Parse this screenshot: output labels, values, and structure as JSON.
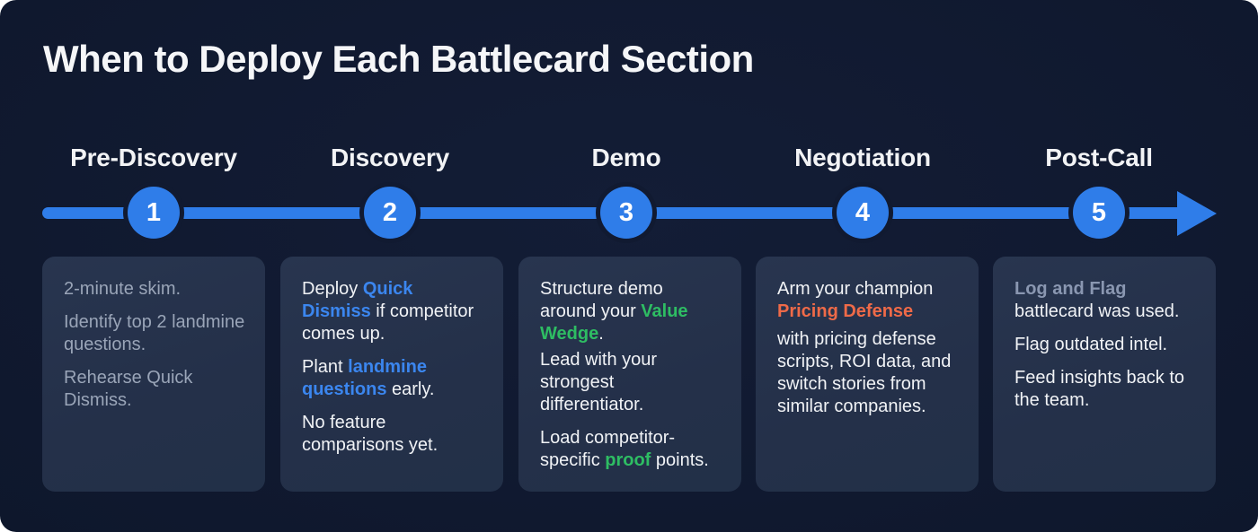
{
  "title": "When to Deploy Each Battlecard Section",
  "colors": {
    "background": "#111a31",
    "accent_blue": "#2f7de9",
    "highlight_blue": "#3b86ef",
    "highlight_green": "#2ebd63",
    "highlight_orange": "#ef6a48",
    "highlight_slate": "#8a97b1",
    "card_background": "#26334c",
    "muted_text": "#9aa5b8"
  },
  "timeline": {
    "arrow_icon": "right-arrow-head",
    "phases": [
      {
        "number": "1",
        "label": "Pre-Discovery",
        "card": {
          "style": "muted",
          "paragraphs": [
            {
              "text": "2-minute skim."
            },
            {
              "text": "Identify top 2 landmine questions."
            },
            {
              "text": "Rehearse Quick Dismiss."
            }
          ]
        }
      },
      {
        "number": "2",
        "label": "Discovery",
        "card": {
          "style": "normal",
          "paragraphs": [
            {
              "before": "Deploy ",
              "highlight": "Quick Dismiss",
              "after": " if competitor comes up."
            },
            {
              "before": "Plant ",
              "highlight": "landmine questions",
              "after": " early."
            },
            {
              "text": "No feature comparisons yet."
            }
          ]
        }
      },
      {
        "number": "3",
        "label": "Demo",
        "card": {
          "style": "normal",
          "paragraphs": [
            {
              "before": "Structure demo around your ",
              "highlight": "Value Wedge",
              "after": "."
            },
            {
              "text": "Lead with your strongest differentiator."
            },
            {
              "before": "Load competitor-specific ",
              "highlight": "proof",
              "after": " points."
            }
          ]
        }
      },
      {
        "number": "4",
        "label": "Negotiation",
        "card": {
          "style": "normal",
          "paragraphs": [
            {
              "before": "Arm your champion",
              "highlight": "Pricing Defense",
              "after": "with pricing defense scripts, ROI data, and switch stories from similar companies."
            }
          ]
        }
      },
      {
        "number": "5",
        "label": "Post-Call",
        "card": {
          "style": "normal",
          "paragraphs": [
            {
              "highlight": "Log and Flag",
              "after": "battlecard was used."
            },
            {
              "text": "Flag outdated intel."
            },
            {
              "text": "Feed insights back to the team."
            }
          ]
        }
      }
    ]
  }
}
